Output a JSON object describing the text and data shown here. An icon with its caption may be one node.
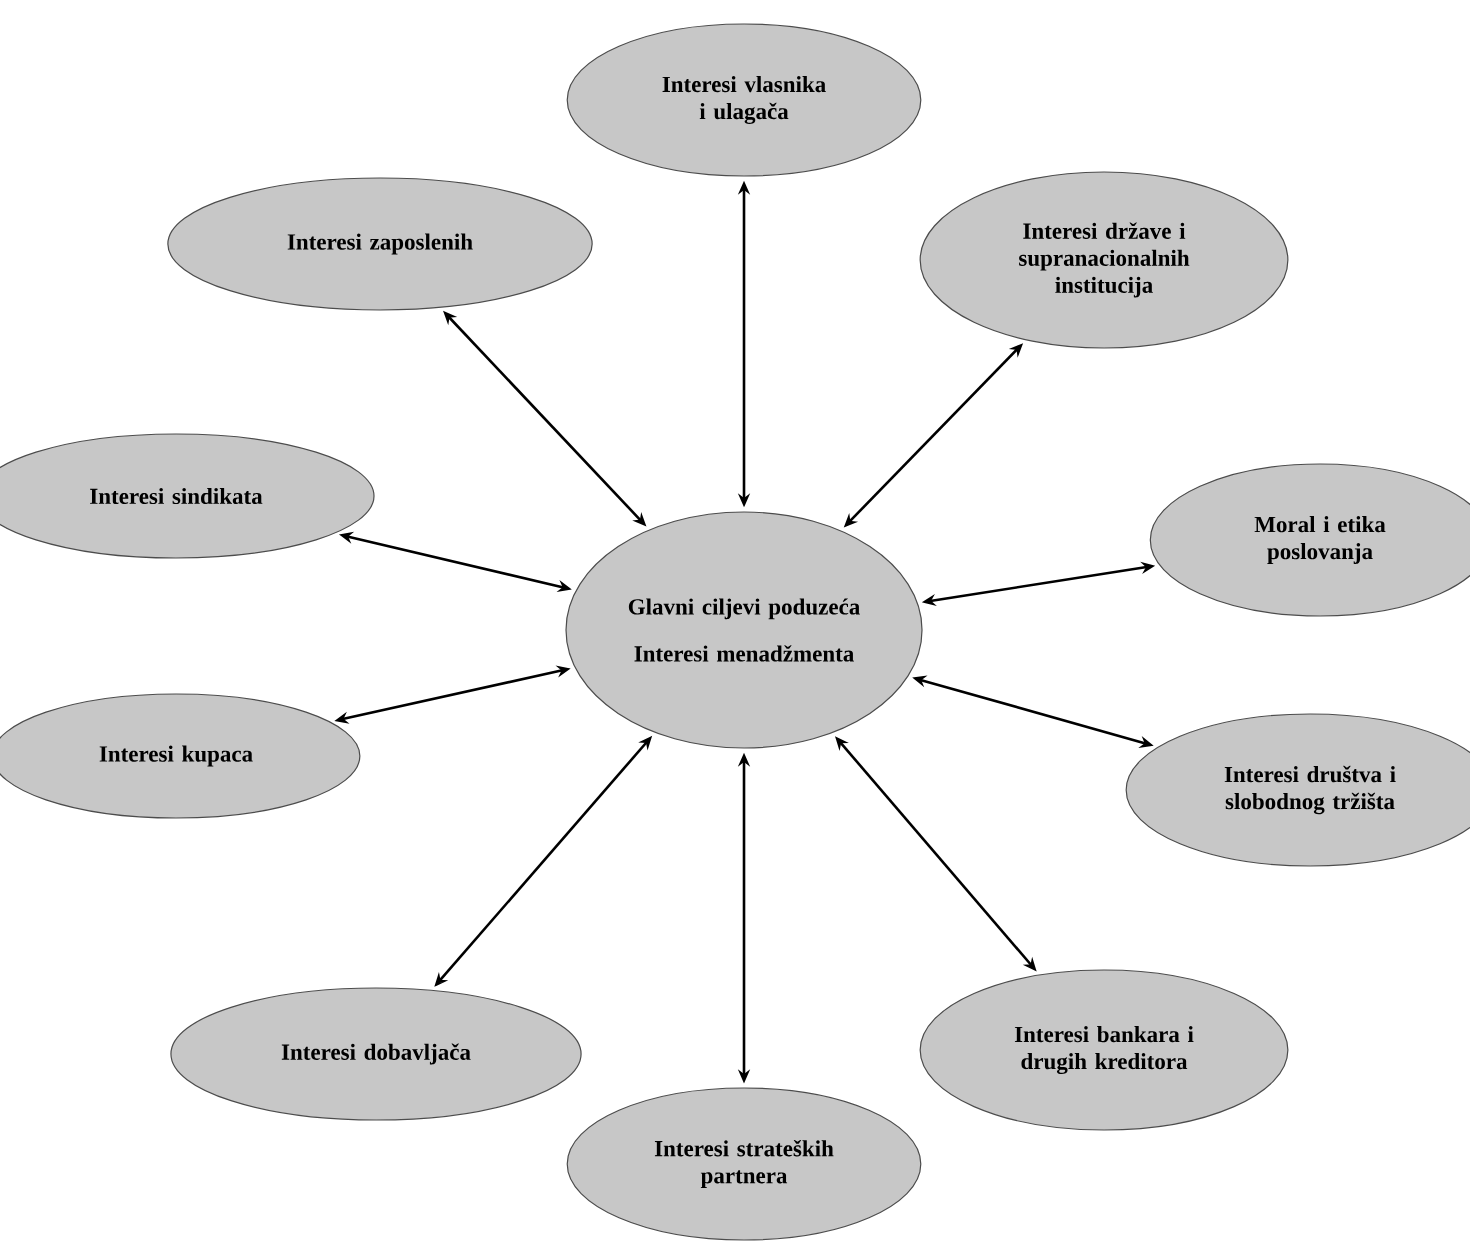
{
  "diagram": {
    "nodes": [
      {
        "text": [
          "Glavni ciljevi poduzeća",
          "Interesi menadžmenta"
        ]
      },
      {
        "text": [
          "Interesi vlasnika i ulagača"
        ]
      },
      {
        "text": [
          "Interesi zaposlenih"
        ]
      },
      {
        "text": [
          "Interesi države i supranacionalnih institucija"
        ]
      },
      {
        "text": [
          "Interesi sindikata"
        ]
      },
      {
        "text": [
          "Moral i etika poslovanja"
        ]
      },
      {
        "text": [
          "Interesi kupaca"
        ]
      },
      {
        "text": [
          "Interesi društva i slobodnog tržišta"
        ]
      },
      {
        "text": [
          "Interesi dobavljača"
        ]
      },
      {
        "text": [
          "Interesi bankara i drugih kreditora"
        ]
      },
      {
        "text": [
          "Interesi strateških partnera"
        ]
      }
    ],
    "edges": [
      {
        "from": 0,
        "to": 1,
        "arrow": "both"
      },
      {
        "from": 0,
        "to": 2,
        "arrow": "both"
      },
      {
        "from": 0,
        "to": 3,
        "arrow": "both"
      },
      {
        "from": 0,
        "to": 4,
        "arrow": "both"
      },
      {
        "from": 0,
        "to": 5,
        "arrow": "both"
      },
      {
        "from": 0,
        "to": 6,
        "arrow": "both"
      },
      {
        "from": 0,
        "to": 7,
        "arrow": "both"
      },
      {
        "from": 0,
        "to": 8,
        "arrow": "both"
      },
      {
        "from": 0,
        "to": 9,
        "arrow": "both"
      },
      {
        "from": 0,
        "to": 10,
        "arrow": "both"
      }
    ]
  }
}
